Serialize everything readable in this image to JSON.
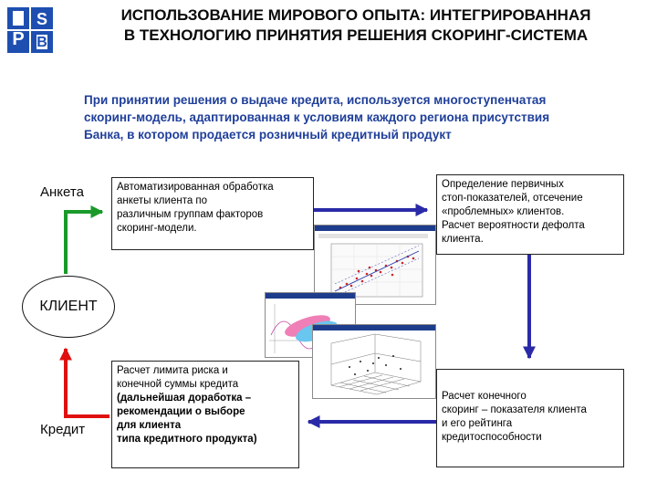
{
  "header": {
    "logo_text": "PSB",
    "title_line1": "ИСПОЛЬЗОВАНИЕ МИРОВОГО ОПЫТА: ИНТЕГРИРОВАННАЯ",
    "title_line2": "В ТЕХНОЛОГИЮ ПРИНЯТИЯ РЕШЕНИЯ СКОРИНГ-СИСТЕМА"
  },
  "intro": {
    "line1": "При принятии решения о выдаче кредита, используется многоступенчатая",
    "line2": "скоринг-модель, адаптированная к условиям каждого региона присутствия",
    "line3": "Банка, в котором продается розничный кредитный продукт"
  },
  "nodes": {
    "anketa": "Анкета",
    "client": "КЛИЕНТ",
    "kredit": "Кредит"
  },
  "boxes": {
    "auto_processing": [
      "Автоматизированная обработка",
      "анкеты клиента по",
      "различным группам факторов",
      "скоринг-модели."
    ],
    "primary_stop": [
      "Определение первичных",
      "стоп-показателей, отсечение",
      "«проблемных» клиентов.",
      "Расчет вероятности дефолта",
      "клиента."
    ],
    "limit_calc": {
      "normal": [
        "Расчет лимита риска и",
        "конечной суммы кредита"
      ],
      "bold": [
        "(дальнейшая доработка –",
        "рекомендации о выборе",
        "для клиента",
        "типа кредитного продукта)"
      ]
    },
    "final_scoring": [
      "Расчет конечного",
      "скоринг – показателя клиента",
      "и его рейтинга",
      "кредитоспособности"
    ]
  },
  "colors": {
    "arrow_green": "#1a9a2a",
    "arrow_red": "#e01010",
    "arrow_blue": "#2a2aa8",
    "intro_text": "#1f3f9a",
    "logo_blue": "#1e4fb0"
  },
  "icons": {
    "scatter_window": "scatter-plot-screenshot",
    "ellipse_window": "ellipse-chart-screenshot",
    "surface_window": "3d-surface-screenshot"
  }
}
